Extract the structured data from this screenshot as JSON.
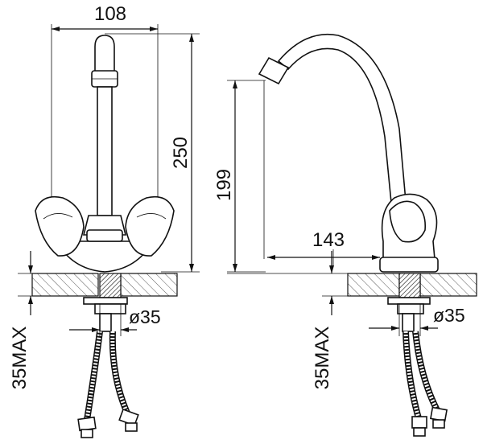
{
  "dimensions": {
    "front_width": "108",
    "front_height": "250",
    "side_height": "199",
    "side_reach": "143",
    "front_hole": "ø35",
    "side_hole": "ø35",
    "front_max_thickness": "35MAX",
    "side_max_thickness": "35MAX"
  }
}
